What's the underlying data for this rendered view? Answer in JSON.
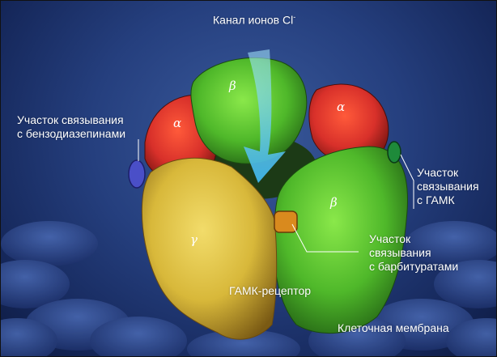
{
  "title": "Канал ионов Cl",
  "title_sup": "-",
  "labels": {
    "benzodiazepine_line1": "Участок связывания",
    "benzodiazepine_line2": "с бензодиазепинами",
    "gaba_line1": "Участок",
    "gaba_line2": "связывания",
    "gaba_line3": "с ГАМК",
    "barbiturate_line1": "Участок",
    "barbiturate_line2": "связывания",
    "barbiturate_line3": "с барбитуратами",
    "receptor": "ГАМК-рецептор",
    "membrane": "Клеточная мембрана"
  },
  "subunits": {
    "beta_top": "β",
    "alpha_left": "α",
    "alpha_right": "α",
    "beta_right": "β",
    "gamma": "γ"
  },
  "colors": {
    "background": "#253f7e",
    "alpha": "#d8302a",
    "beta": "#4fb82a",
    "gamma": "#d8b83a",
    "benzodiazepine_site": "#4a4fc8",
    "gaba_site": "#1e8a3a",
    "barbiturate_site": "#d98a1e",
    "arrow": "#5ec8ef"
  }
}
